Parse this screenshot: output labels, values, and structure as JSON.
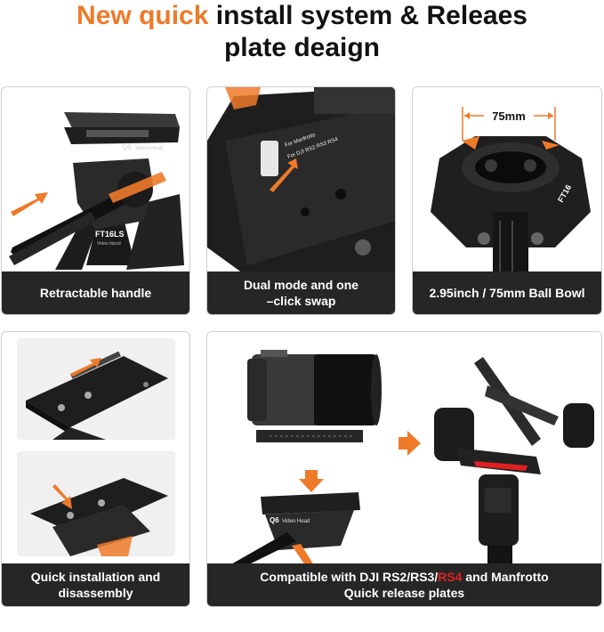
{
  "headline": {
    "accent": "New quick",
    "rest1": " install system & Releaes",
    "line2": "plate deaign"
  },
  "panels": {
    "handle": {
      "caption": "Retractable handle",
      "head_brand": "Q6",
      "head_sub": "Video Head",
      "model": "FT16LS",
      "model_sub": "Video tripod"
    },
    "dual": {
      "caption_l1": "Dual mode and one",
      "caption_l2": "–click swap",
      "mark1": "For Manfrotto",
      "mark2": "For DJI RS2 RS3 RS4"
    },
    "bowl": {
      "caption": "2.95inch / 75mm Ball Bowl",
      "dimension": "75mm",
      "brand": "FT16"
    },
    "install": {
      "caption_l1": "Quick installation and",
      "caption_l2": "disassembly"
    },
    "compat": {
      "caption_a": "Compatible with DJI RS2/RS3/",
      "caption_red": "RS4",
      "caption_b": " and Manfrotto",
      "caption_l2": "Quick release plates",
      "head_brand": "Q6",
      "head_sub": "Video Head"
    }
  },
  "colors": {
    "accent": "#ee7a2a",
    "caption_bg": "#262626",
    "highlight": "#e02020"
  }
}
